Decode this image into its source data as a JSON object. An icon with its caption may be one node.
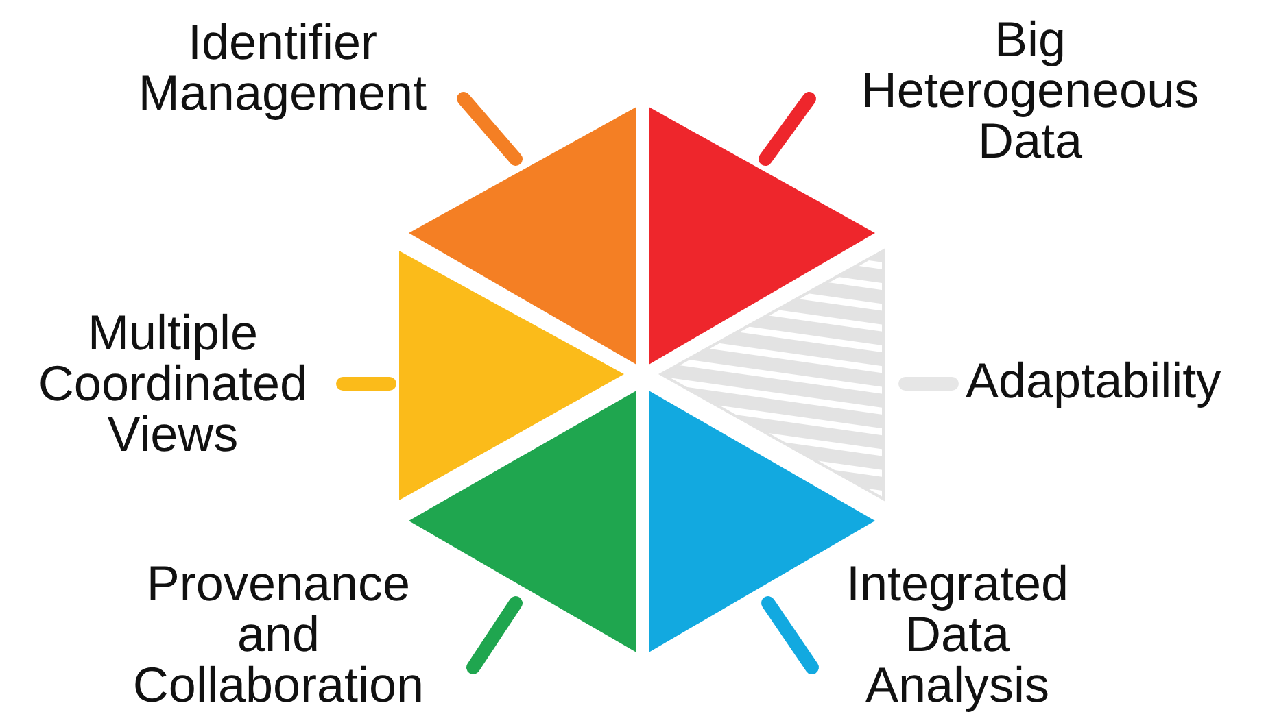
{
  "diagram": {
    "nodes": [
      {
        "text": [
          "Identifier Management"
        ]
      },
      {
        "text": [
          "Big Heterogeneous Data"
        ]
      },
      {
        "text": [
          "Multiple Coordinated Views"
        ]
      },
      {
        "text": [
          "Adaptability"
        ]
      },
      {
        "text": [
          "Provenance and Collaboration"
        ]
      },
      {
        "text": [
          "Integrated Data Analysis"
        ]
      },
      {
        "text": [],
        "shape": "triangle"
      },
      {
        "text": [],
        "shape": "triangle"
      },
      {
        "text": [],
        "shape": "triangle"
      },
      {
        "text": [],
        "shape": "triangle"
      },
      {
        "text": [],
        "shape": "triangle"
      },
      {
        "text": [],
        "shape": "triangle"
      }
    ],
    "edges": [
      {
        "from": 0,
        "to": 6,
        "arrow": "none",
        "color": "#f47f24"
      },
      {
        "from": 1,
        "to": 7,
        "arrow": "none",
        "color": "#ee262c"
      },
      {
        "from": 2,
        "to": 8,
        "arrow": "none",
        "color": "#fbbb1a"
      },
      {
        "from": 3,
        "to": 9,
        "arrow": "none",
        "color": "#e6e6e6"
      },
      {
        "from": 4,
        "to": 10,
        "arrow": "none",
        "color": "#1fa64f"
      },
      {
        "from": 5,
        "to": 11,
        "arrow": "none",
        "color": "#12a9e0"
      }
    ]
  }
}
